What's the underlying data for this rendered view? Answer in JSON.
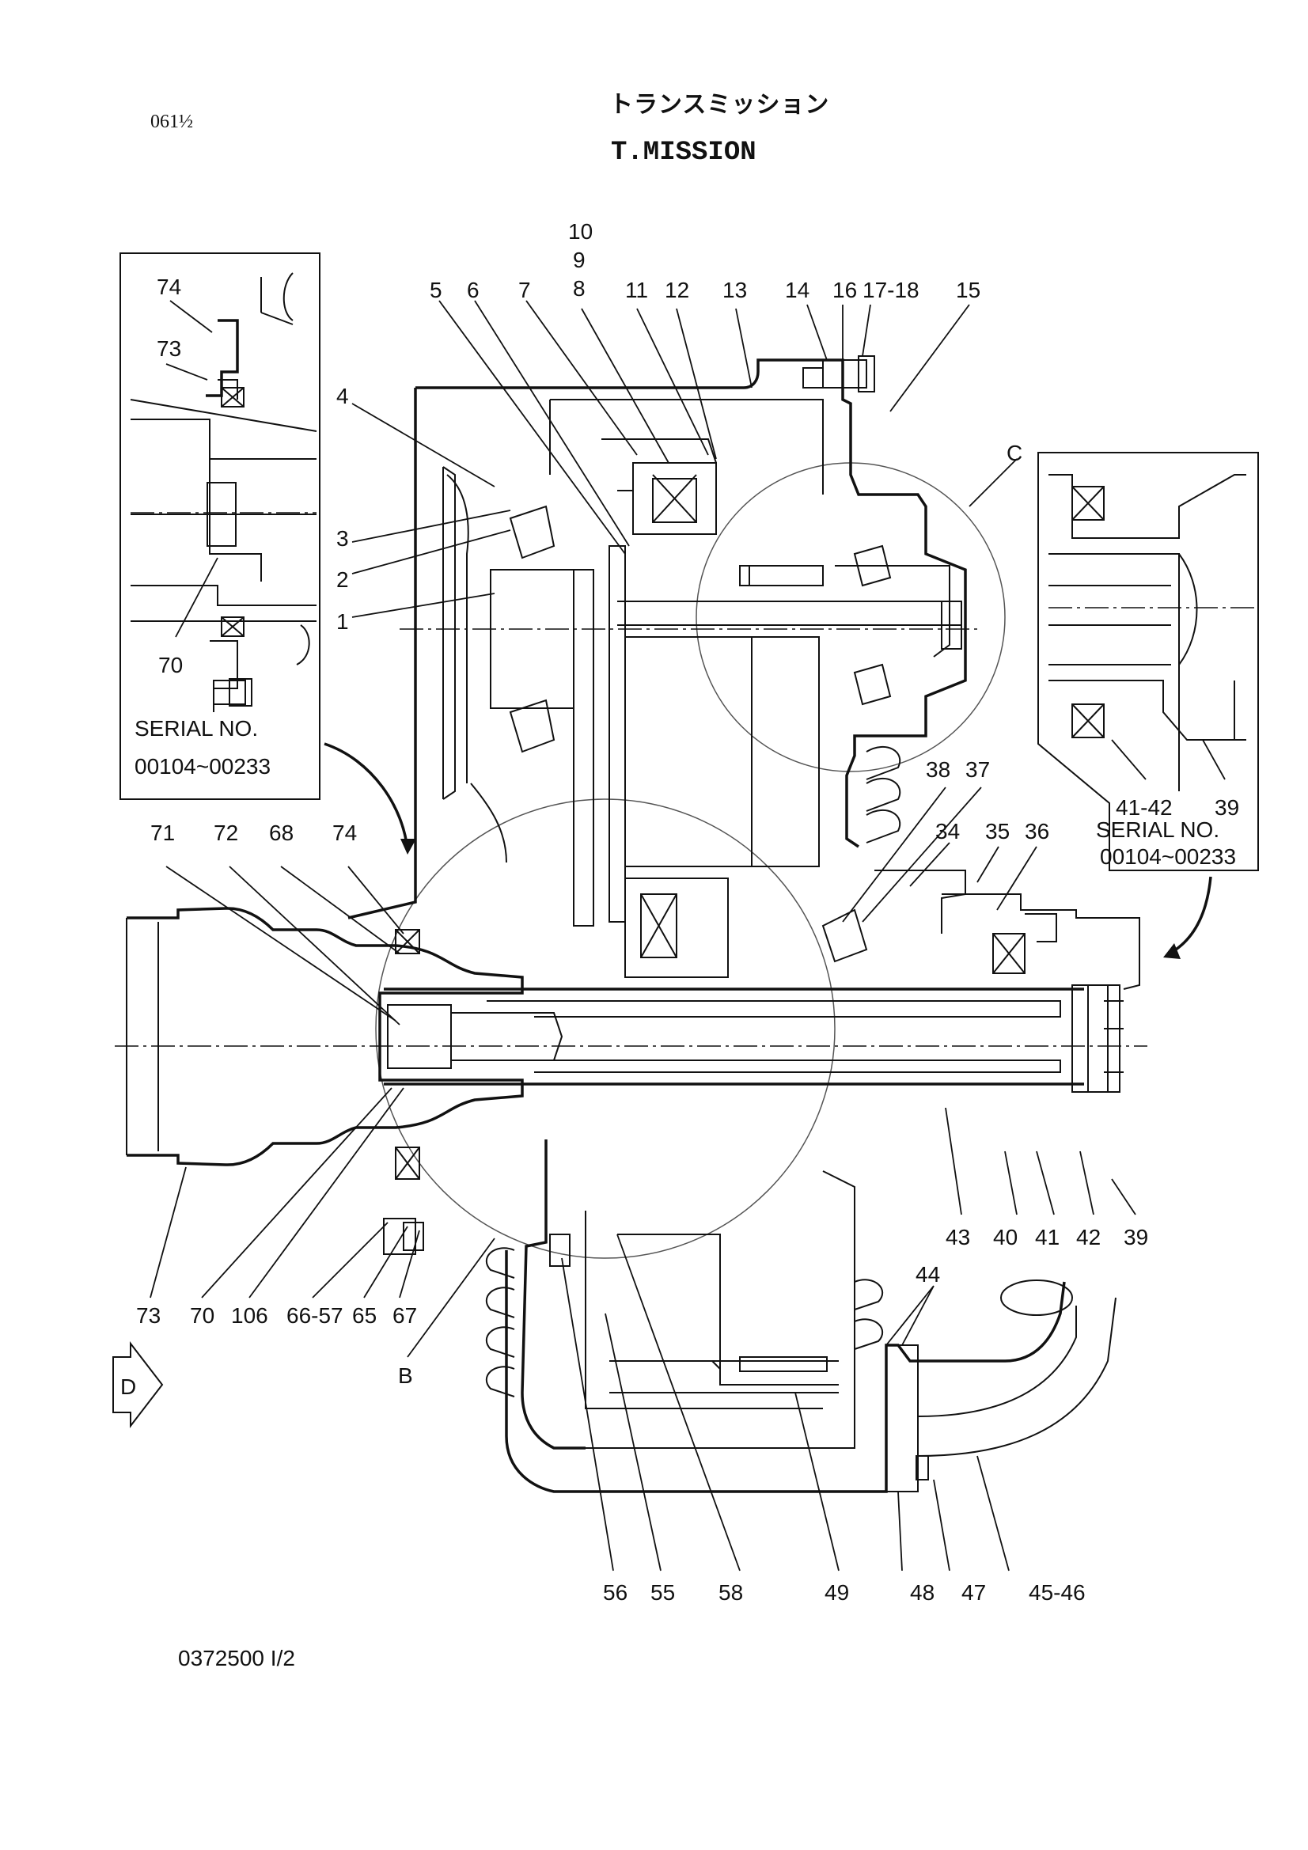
{
  "header": {
    "page_code": "061½",
    "title_jp": "トランスミッション",
    "title_en": "T.MISSION"
  },
  "inset_left": {
    "serial_label": "SERIAL NO.",
    "serial_range": "00104~00233",
    "callouts": [
      "74",
      "73",
      "70"
    ]
  },
  "inset_right": {
    "serial_label": "SERIAL NO.",
    "serial_range": "00104~00233",
    "callouts": [
      "41-42",
      "39"
    ]
  },
  "detail_labels": {
    "c": "C",
    "b": "B",
    "d": "D"
  },
  "callouts": {
    "c1": "1",
    "c2": "2",
    "c3": "3",
    "c4": "4",
    "c5": "5",
    "c6": "6",
    "c7": "7",
    "c8": "8",
    "c9": "9",
    "c10": "10",
    "c11": "11",
    "c12": "12",
    "c13": "13",
    "c14": "14",
    "c15": "15",
    "c16": "16",
    "c17_18": "17-18",
    "c34": "34",
    "c35": "35",
    "c36": "36",
    "c37": "37",
    "c38": "38",
    "c39": "39",
    "c40": "40",
    "c41": "41",
    "c42": "42",
    "c43": "43",
    "c44": "44",
    "c45_46": "45-46",
    "c47": "47",
    "c48": "48",
    "c49": "49",
    "c55": "55",
    "c56": "56",
    "c58": "58",
    "c65": "65",
    "c66_57": "66-57",
    "c67": "67",
    "c68": "68",
    "c70": "70",
    "c71": "71",
    "c72": "72",
    "c73": "73",
    "c74": "74",
    "c106": "106"
  },
  "footer": {
    "doc_code": "0372500 I/2"
  }
}
